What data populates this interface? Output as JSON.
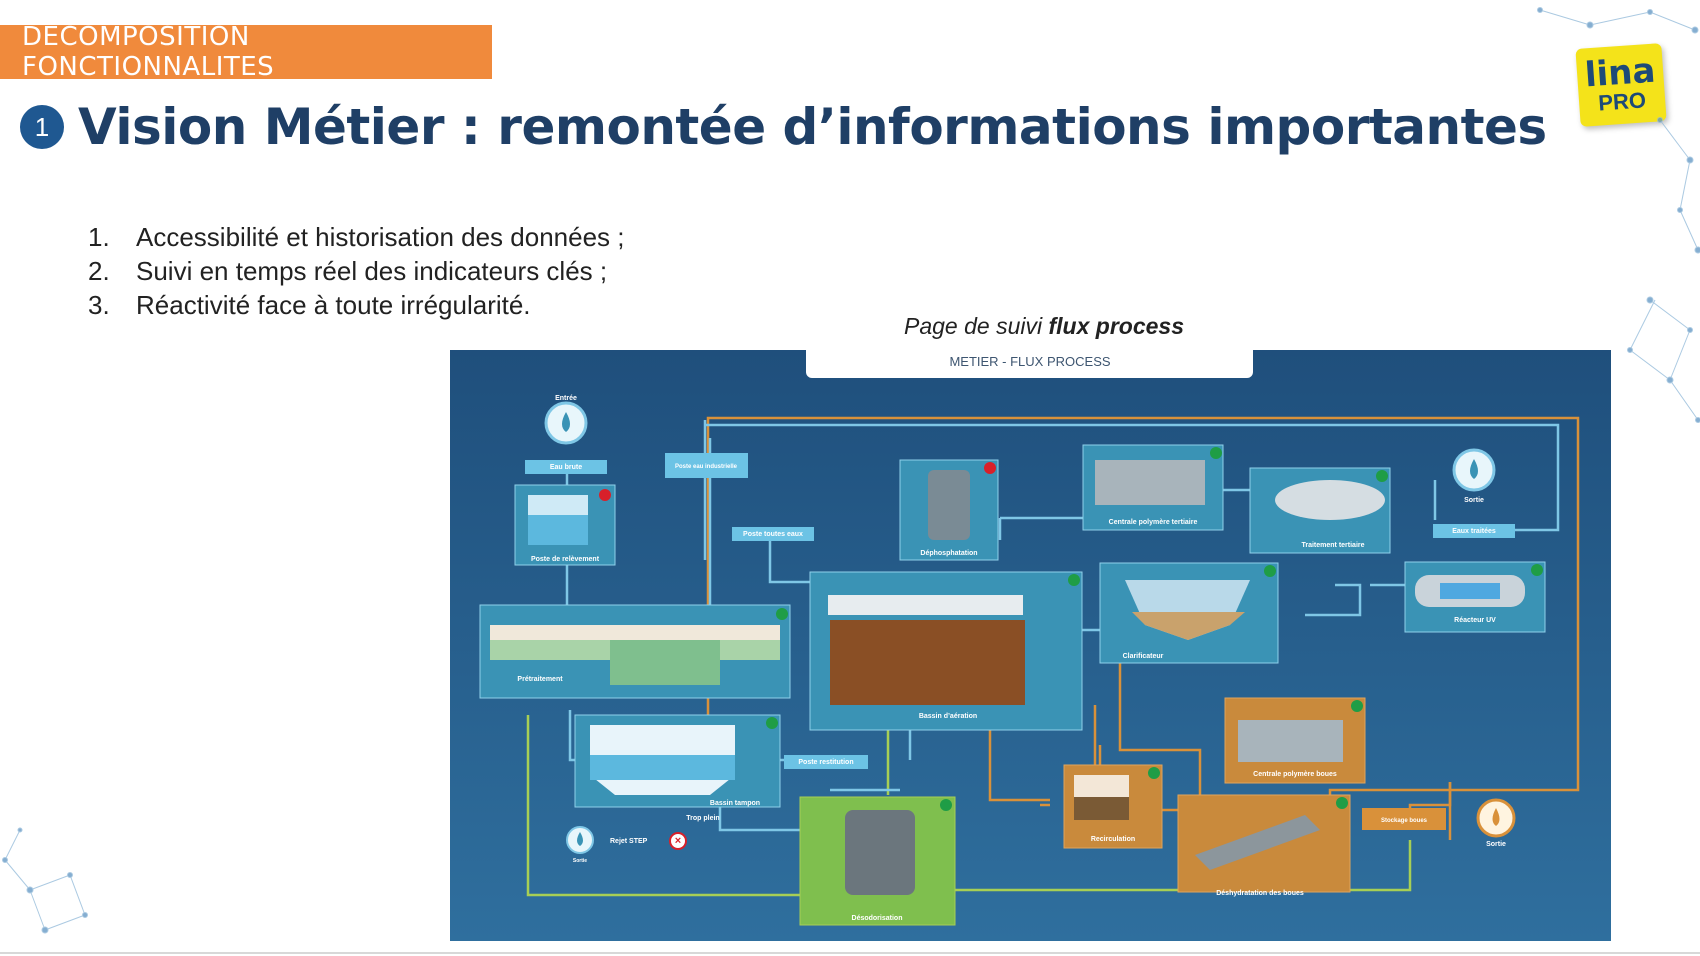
{
  "slide": {
    "section_label": "DECOMPOSITION FONCTIONNALITES",
    "title_number": "1",
    "title": "Vision Métier : remontée d’informations importantes",
    "bullets": [
      {
        "num": "1.",
        "text": "Accessibilité et historisation des données ;"
      },
      {
        "num": "2.",
        "text": "Suivi en temps réel des indicateurs clés ;"
      },
      {
        "num": "3.",
        "text": "Réactivité face à toute irrégularité."
      }
    ],
    "caption_prefix": "Page de suivi ",
    "caption_bold": "flux process"
  },
  "logo": {
    "line1": "lina",
    "line2": "PRO"
  },
  "diagram": {
    "header": "METIER - FLUX PROCESS",
    "entry_label": "Entrée",
    "exit_label": "Sortie",
    "exit2_label": "Sortie",
    "reject_exit_label": "Sortie",
    "tags": {
      "eau_brute": "Eau brute",
      "poste_eau_industrielle": "Poste eau industrielle",
      "poste_toutes_eaux": "Poste toutes eaux",
      "eaux_traitees": "Eaux traitées",
      "poste_restitution": "Poste restitution",
      "stockage_boues": "Stockage boues",
      "trop_plein": "Trop plein",
      "rejet_step": "Rejet STEP"
    },
    "units": {
      "poste_relevement": "Poste de relèvement",
      "pretraitement": "Prétraitement",
      "dephosphatation": "Déphosphatation",
      "centrale_polymere_tertiaire": "Centrale polymère tertiaire",
      "traitement_tertiaire": "Traitement tertiaire",
      "reacteur_uv": "Réacteur UV",
      "bassin_aeration": "Bassin d’aération",
      "clarificateur": "Clarificateur",
      "bassin_tampon": "Bassin tampon",
      "desodorisation": "Désodorisation",
      "recirculation": "Recirculation",
      "centrale_polymere_boues": "Centrale polymère boues",
      "deshydratation_boues": "Déshydratation des boues"
    },
    "colors": {
      "background": "#1f4f7c",
      "panel": "#3a93b5",
      "status_ok": "#1f9d46",
      "status_alarm": "#d8202a",
      "pipe_blue": "#7fc7e6",
      "pipe_orange": "#d9913a",
      "pipe_green": "#a7cf55"
    }
  }
}
